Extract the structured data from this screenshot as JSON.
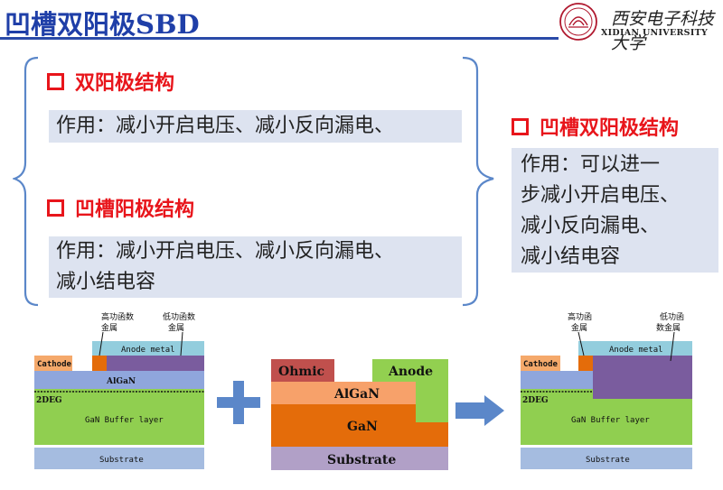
{
  "title": "凹槽双阳极SBD",
  "logo": {
    "cn": "西安电子科技大学",
    "en": "XIDIAN UNIVERSITY"
  },
  "left": {
    "item1": {
      "heading": "双阳极结构",
      "text": "作用：减小开启电压、减小反向漏电、"
    },
    "item2": {
      "heading": "凹槽阳极结构",
      "line1": "作用：减小开启电压、减小反向漏电、",
      "line2": "减小结电容"
    }
  },
  "right": {
    "heading": "凹槽双阳极结构",
    "lines": [
      "作用：可以进一",
      "步减小开启电压、",
      "减小反向漏电、",
      "减小结电容"
    ]
  },
  "diagrams": {
    "d1": {
      "high_wf": [
        "高功函数",
        "金属"
      ],
      "low_wf": [
        "低功函数",
        "金属"
      ],
      "anode_metal": "Anode metal",
      "cathode": "Cathode",
      "algan": "AlGaN",
      "twodeg": "2DEG",
      "buffer": "GaN Buffer layer",
      "substrate": "Substrate"
    },
    "d2": {
      "ohmic": "Ohmic",
      "anode": "Anode",
      "algan": "AlGaN",
      "gan": "GaN",
      "substrate": "Substrate"
    },
    "d3": {
      "high_wf": [
        "高功函",
        "金属"
      ],
      "low_wf": [
        "低功函",
        "数金属"
      ],
      "anode_metal": "Anode metal",
      "cathode": "Cathode",
      "twodeg": "2DEG",
      "buffer": "GaN Buffer layer",
      "substrate": "Substrate"
    }
  },
  "colors": {
    "title": "#1f3fa8",
    "heading": "#e8151b",
    "cathode": "#f5a96b",
    "anode_metal": "#93cddd",
    "purple": "#7a5c9e",
    "algan": "#8fa6dc",
    "buffer": "#90cf50",
    "substrate": "#a5bce0",
    "ohmic": "#c0504d",
    "anode": "#92d050",
    "algan2": "#f7a16a",
    "gan": "#e46c0a",
    "sub2": "#b1a0c7"
  }
}
